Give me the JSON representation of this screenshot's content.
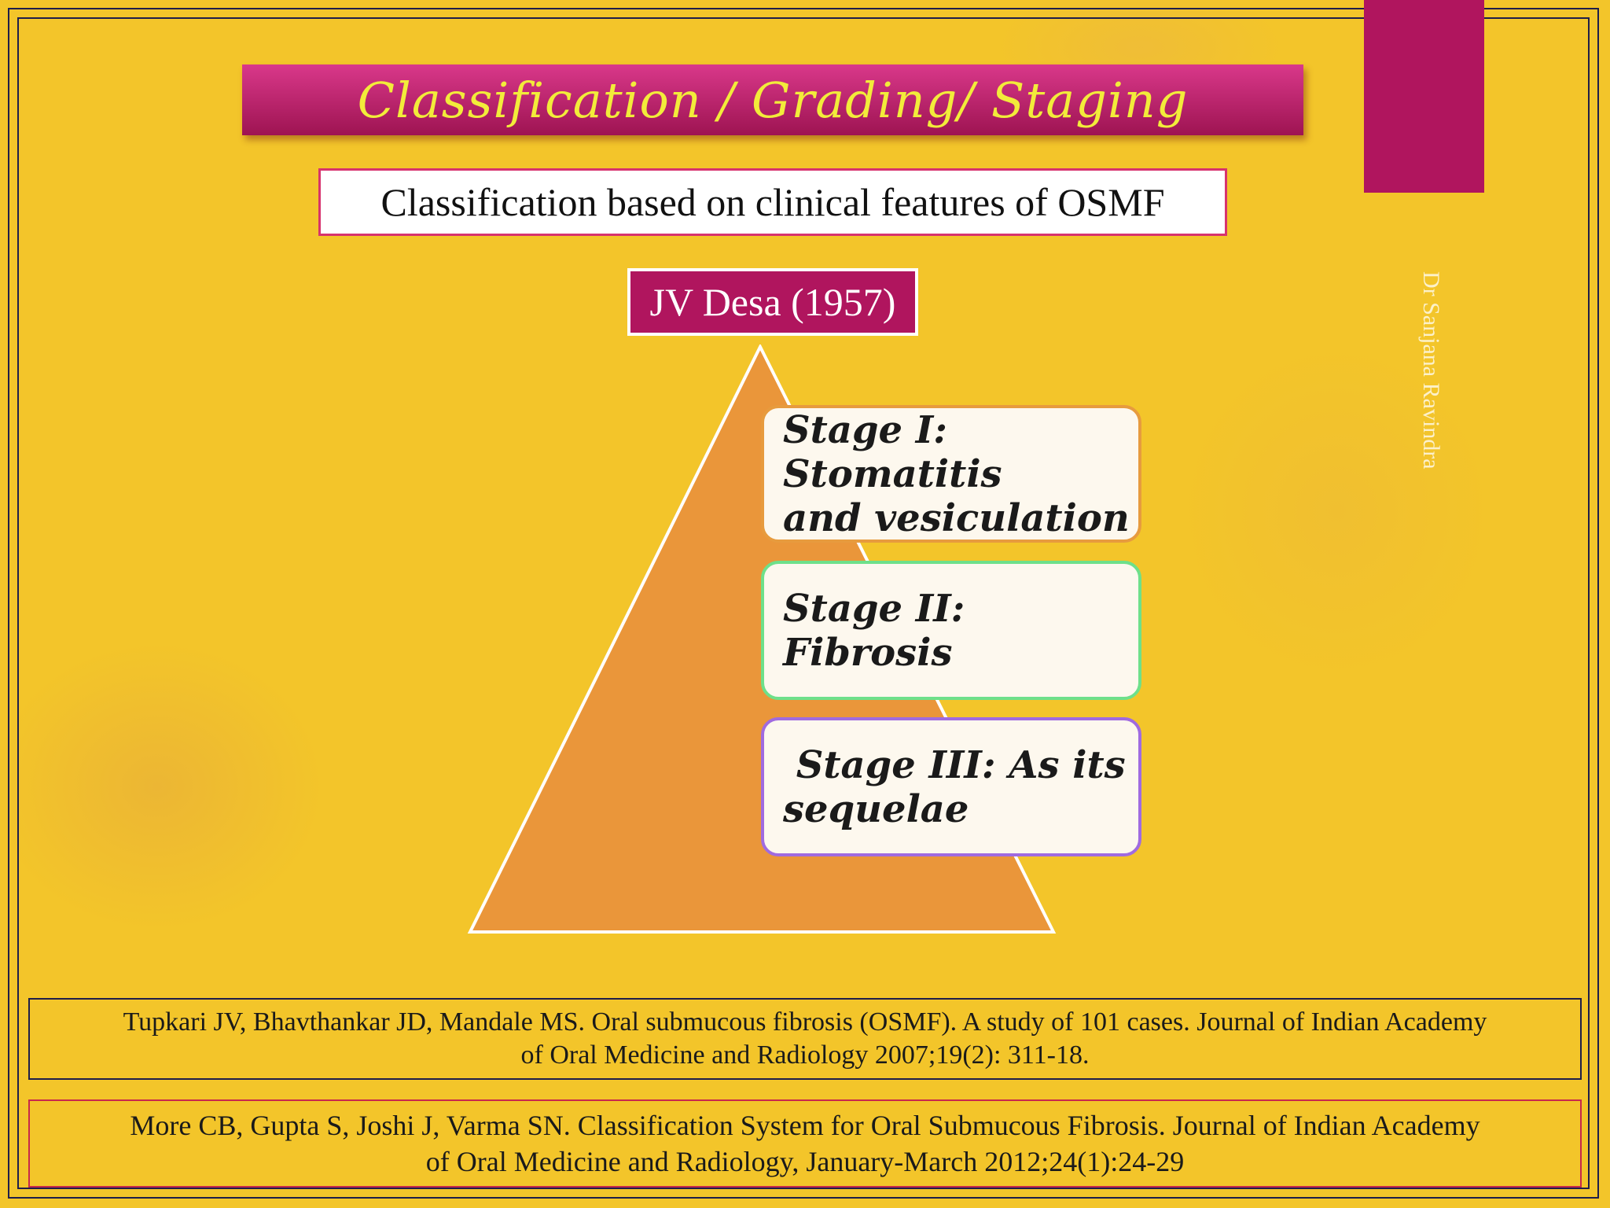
{
  "title": "Classification / Grading/ Staging",
  "subtitle": "Classification based on clinical features of OSMF",
  "author": "JV Desa (1957)",
  "stages": [
    {
      "line1": "Stage I: Stomatitis",
      "line2": "and vesiculation"
    },
    {
      "line1": "Stage II: Fibrosis",
      "line2": ""
    },
    {
      "line1": " Stage III: As its",
      "line2": "sequelae"
    }
  ],
  "watermark": "Dr Sanjana Ravindra",
  "references": [
    {
      "line1": "Tupkari JV, Bhavthankar JD, Mandale MS. Oral submucous fibrosis (OSMF). A study of 101 cases. Journal of Indian Academy",
      "line2": "of Oral Medicine and Radiology 2007;19(2): 311-18."
    },
    {
      "line1": "More CB, Gupta S, Joshi J, Varma SN. Classification System for Oral Submucous Fibrosis. Journal of Indian Academy",
      "line2": "of Oral Medicine and Radiology, January-March 2012;24(1):24-29"
    }
  ],
  "colors": {
    "background": "#F3C52A",
    "accent_magenta": "#B0155E",
    "title_text": "#F2EC3A",
    "pyramid_fill": "#EA963A",
    "stage1_border": "#E79B3E",
    "stage2_border": "#6EE08A",
    "stage3_border": "#A06BE0"
  }
}
